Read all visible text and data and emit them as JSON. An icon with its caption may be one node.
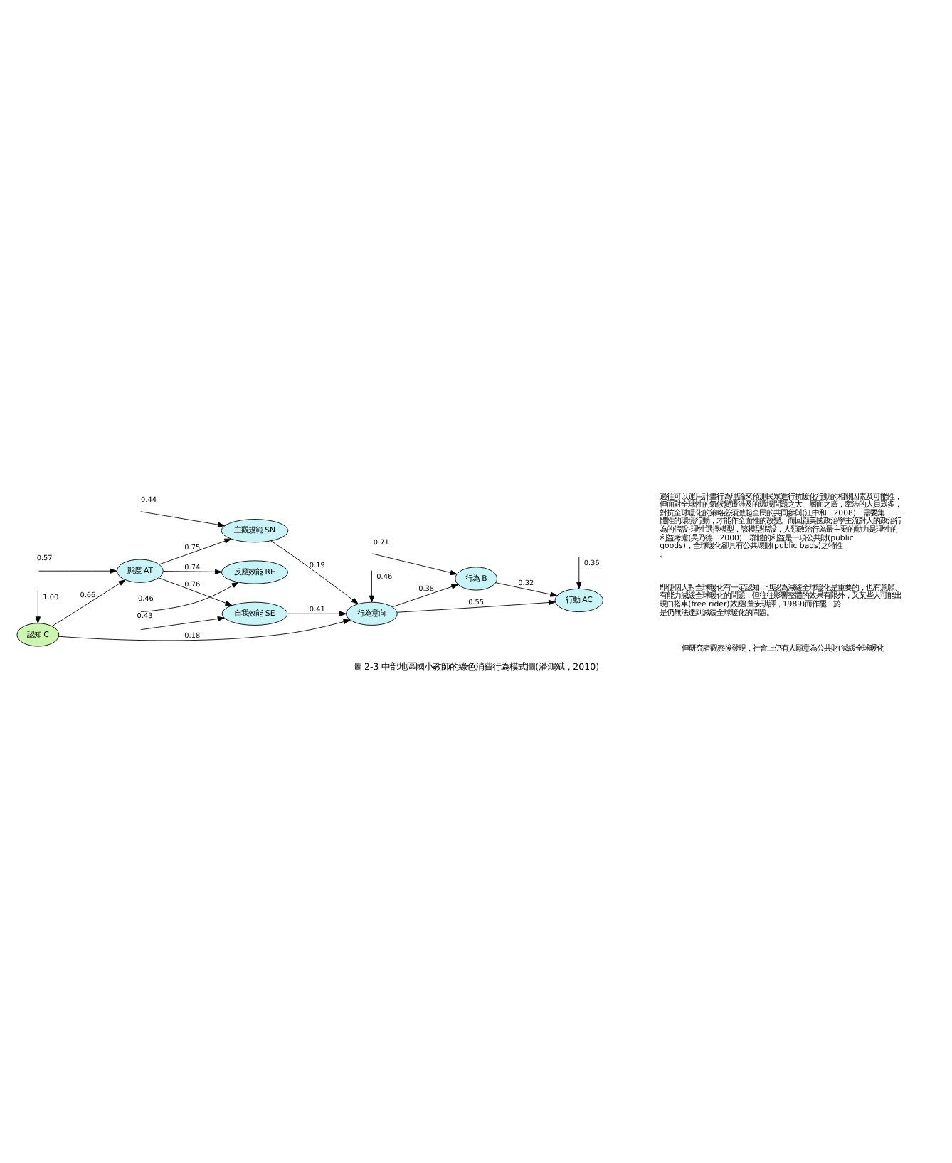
{
  "diagram": {
    "caption": "圖 2-3 中部地區國小教師的綠色消費行為模式圖(潘鴻斌，2010)",
    "nodes": [
      {
        "text": [
          "認知 C"
        ]
      },
      {
        "text": [
          "態度 AT"
        ]
      },
      {
        "text": [
          "主觀規範 SN"
        ]
      },
      {
        "text": [
          "自我效能 SE"
        ]
      },
      {
        "text": [
          "反應效能 RE"
        ]
      },
      {
        "text": [
          "行為意向"
        ]
      },
      {
        "text": [
          "行為 B"
        ]
      },
      {
        "text": [
          "行動 AC"
        ]
      }
    ],
    "edges": [
      {
        "from": null,
        "to": 0,
        "arrow": "to",
        "label": "1.00"
      },
      {
        "from": null,
        "to": 1,
        "arrow": "to",
        "label": "0.57"
      },
      {
        "from": 0,
        "to": 1,
        "arrow": "to",
        "label": "0.66"
      },
      {
        "from": 0,
        "to": 5,
        "arrow": "to",
        "label": "0.18"
      },
      {
        "from": 1,
        "to": 2,
        "arrow": "to",
        "label": "0.75"
      },
      {
        "from": 1,
        "to": 3,
        "arrow": "to",
        "label": "0.76"
      },
      {
        "from": 1,
        "to": 4,
        "arrow": "to",
        "label": "0.74"
      },
      {
        "from": null,
        "to": 2,
        "arrow": "to",
        "label": "0.44"
      },
      {
        "from": null,
        "to": 3,
        "arrow": "to",
        "label": "0.43"
      },
      {
        "from": null,
        "to": 4,
        "arrow": "to",
        "label": "0.46"
      },
      {
        "from": 2,
        "to": 5,
        "arrow": "to",
        "label": "0.19"
      },
      {
        "from": 3,
        "to": 5,
        "arrow": "to",
        "label": "0.41"
      },
      {
        "from": null,
        "to": 5,
        "arrow": "to",
        "label": "0.46"
      },
      {
        "from": 5,
        "to": 6,
        "arrow": "to",
        "label": "0.38"
      },
      {
        "from": 5,
        "to": 7,
        "arrow": "to",
        "label": "0.55"
      },
      {
        "from": 6,
        "to": 7,
        "arrow": "to",
        "label": "0.32"
      },
      {
        "from": null,
        "to": 6,
        "arrow": "to",
        "label": "0.71"
      },
      {
        "from": null,
        "to": 7,
        "arrow": "to",
        "label": "0.36"
      }
    ],
    "labels": [
      "過往可以運用計畫行為理論來預測民眾進行抗暖化行動的相關因素及可能性，但面對全球性的氣候變遷涉及的環境問題之大、層面之廣，牽涉的人員眾多，對抗全球暖化的策略必須激起全民的共同參與(江中和，2008)，需要集體性的環境行動，才能作全面性的改變。而回顧美國政治學主流對人的政治行為的假設-理性選擇模型，該模型假設，人類政治行為最主要的動力是理性的利益考慮(吳乃德，2000)，群體的利益是一項公共財(public goods)，全球暖化卻具有公共壞財(public bads)之特性。",
      "即使個人對全球暖化有一定認知，也認為減緩全球暖化是重要的，也有意願、有能力減緩全球暖化的問題，但往往影響整體的效果有限外，又某些人可能出現白搭車(free rider)效應(董安琪譯，1989)而作罷，於是仍無法達到減緩全球暖化的問題。",
      "但研究者觀察後發現，社會上仍有人願意為公共財(減緩全球暖化"
    ]
  }
}
